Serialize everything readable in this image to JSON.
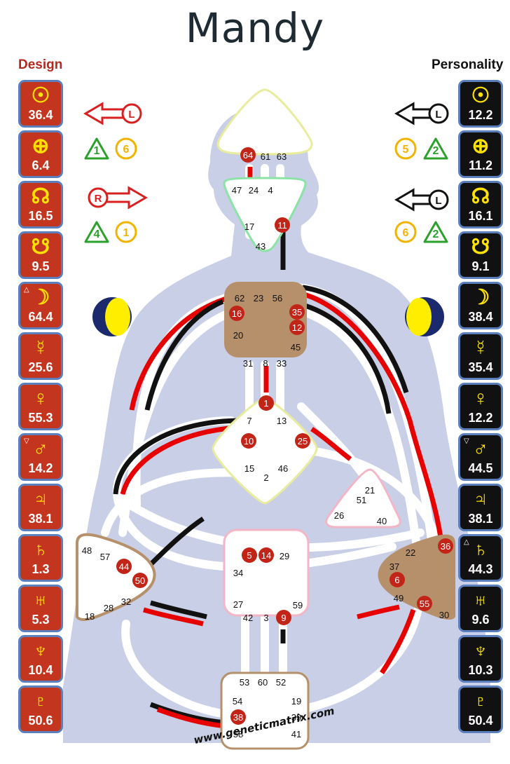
{
  "title": "Mandy",
  "design_label": "Design",
  "personality_label": "Personality",
  "design_planets": [
    {
      "icon": "sun-icon",
      "symbol": "☉",
      "value": "36.4",
      "marker": ""
    },
    {
      "icon": "earth-icon",
      "symbol": "⊕",
      "value": "6.4",
      "marker": ""
    },
    {
      "icon": "north-node-icon",
      "symbol": "☊",
      "value": "16.5",
      "marker": ""
    },
    {
      "icon": "south-node-icon",
      "symbol": "☋",
      "value": "9.5",
      "marker": ""
    },
    {
      "icon": "moon-icon",
      "symbol": "☽",
      "value": "64.4",
      "marker": "△"
    },
    {
      "icon": "mercury-icon",
      "symbol": "☿",
      "value": "25.6",
      "marker": ""
    },
    {
      "icon": "venus-icon",
      "symbol": "♀",
      "value": "55.3",
      "marker": ""
    },
    {
      "icon": "mars-icon",
      "symbol": "♂",
      "value": "14.2",
      "marker": "▽"
    },
    {
      "icon": "jupiter-icon",
      "symbol": "♃",
      "value": "38.1",
      "marker": ""
    },
    {
      "icon": "saturn-icon",
      "symbol": "♄",
      "value": "1.3",
      "marker": ""
    },
    {
      "icon": "uranus-icon",
      "symbol": "♅",
      "value": "5.3",
      "marker": ""
    },
    {
      "icon": "neptune-icon",
      "symbol": "♆",
      "value": "10.4",
      "marker": ""
    },
    {
      "icon": "pluto-icon",
      "symbol": "♇",
      "value": "50.6",
      "marker": ""
    }
  ],
  "personality_planets": [
    {
      "icon": "sun-icon",
      "symbol": "☉",
      "value": "12.2",
      "marker": ""
    },
    {
      "icon": "earth-icon",
      "symbol": "⊕",
      "value": "11.2",
      "marker": ""
    },
    {
      "icon": "north-node-icon",
      "symbol": "☊",
      "value": "16.1",
      "marker": ""
    },
    {
      "icon": "south-node-icon",
      "symbol": "☋",
      "value": "9.1",
      "marker": ""
    },
    {
      "icon": "moon-icon",
      "symbol": "☽",
      "value": "38.4",
      "marker": ""
    },
    {
      "icon": "mercury-icon",
      "symbol": "☿",
      "value": "35.4",
      "marker": ""
    },
    {
      "icon": "venus-icon",
      "symbol": "♀",
      "value": "12.2",
      "marker": ""
    },
    {
      "icon": "mars-icon",
      "symbol": "♂",
      "value": "44.5",
      "marker": "▽"
    },
    {
      "icon": "jupiter-icon",
      "symbol": "♃",
      "value": "38.1",
      "marker": ""
    },
    {
      "icon": "saturn-icon",
      "symbol": "♄",
      "value": "44.3",
      "marker": "△"
    },
    {
      "icon": "uranus-icon",
      "symbol": "♅",
      "value": "9.6",
      "marker": ""
    },
    {
      "icon": "neptune-icon",
      "symbol": "♆",
      "value": "10.3",
      "marker": ""
    },
    {
      "icon": "pluto-icon",
      "symbol": "♇",
      "value": "50.4",
      "marker": ""
    }
  ],
  "design_variables": {
    "arrow1": "L",
    "arrow2": "R",
    "badges1": [
      "1",
      "6"
    ],
    "badges2": [
      "4",
      "1"
    ]
  },
  "personality_variables": {
    "arrow1": "L",
    "arrow2": "L",
    "badges1": [
      "5",
      "2"
    ],
    "badges2": [
      "6",
      "2"
    ]
  },
  "centers": {
    "head": {
      "gates": [
        "64",
        "61",
        "63"
      ]
    },
    "ajna": {
      "gates": [
        "47",
        "24",
        "4",
        "17",
        "11",
        "43"
      ]
    },
    "throat": {
      "gates": [
        "62",
        "23",
        "56",
        "16",
        "35",
        "20",
        "12",
        "45",
        "31",
        "8",
        "33"
      ]
    },
    "g": {
      "gates": [
        "1",
        "7",
        "13",
        "10",
        "25",
        "15",
        "2",
        "46"
      ]
    },
    "ego": {
      "gates": [
        "21",
        "51",
        "26",
        "40"
      ]
    },
    "sacral": {
      "gates": [
        "5",
        "14",
        "29",
        "34",
        "27",
        "42",
        "3",
        "9",
        "59"
      ]
    },
    "spleen": {
      "gates": [
        "48",
        "57",
        "44",
        "50",
        "32",
        "28",
        "18"
      ]
    },
    "solar_plexus": {
      "gates": [
        "36",
        "22",
        "37",
        "6",
        "49",
        "55",
        "30"
      ]
    },
    "root": {
      "gates": [
        "53",
        "60",
        "52",
        "54",
        "19",
        "38",
        "39",
        "58",
        "41"
      ]
    }
  },
  "watermark": "www.geneticmatrix.com"
}
